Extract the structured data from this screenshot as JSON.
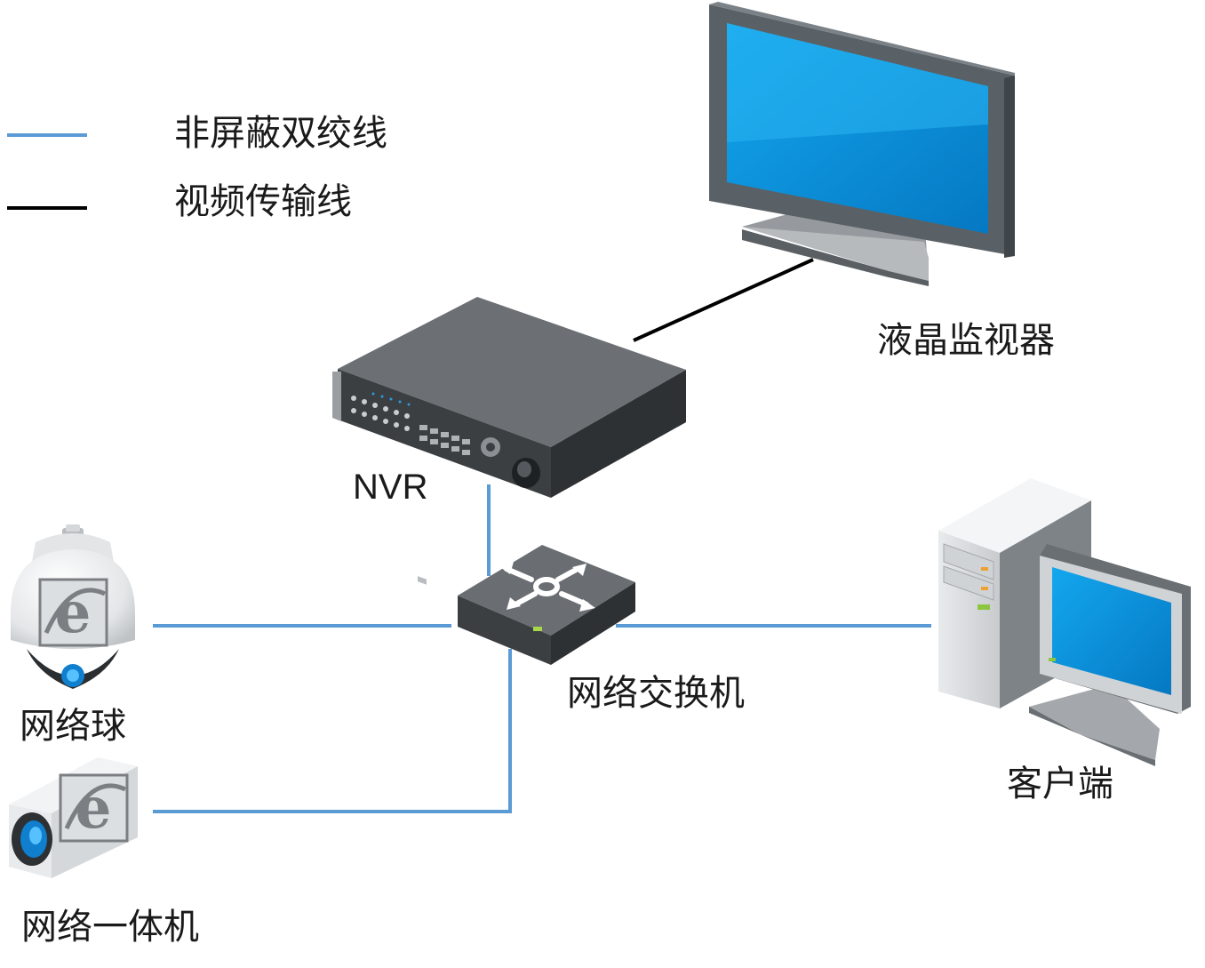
{
  "legend": {
    "items": [
      {
        "label": "非屏蔽双绞线",
        "color": "#5b9bd5"
      },
      {
        "label": "视频传输线",
        "color": "#000000"
      }
    ]
  },
  "nodes": {
    "monitor": {
      "label": "液晶监视器"
    },
    "nvr": {
      "label": "NVR"
    },
    "switch": {
      "label": "网络交换机"
    },
    "dome_camera": {
      "label": "网络球"
    },
    "box_camera": {
      "label": "网络一体机"
    },
    "client": {
      "label": "客户端"
    }
  },
  "connections": [
    {
      "from": "nvr",
      "to": "monitor",
      "type": "视频传输线"
    },
    {
      "from": "nvr",
      "to": "switch",
      "type": "非屏蔽双绞线"
    },
    {
      "from": "dome_camera",
      "to": "switch",
      "type": "非屏蔽双绞线"
    },
    {
      "from": "box_camera",
      "to": "switch",
      "type": "非屏蔽双绞线"
    },
    {
      "from": "switch",
      "to": "client",
      "type": "非屏蔽双绞线"
    }
  ],
  "colors": {
    "utp_line": "#5b9bd5",
    "video_line": "#000000",
    "screen_blue": "#0a8fd6",
    "device_dark": "#3d4144",
    "device_top": "#6b6f73"
  }
}
